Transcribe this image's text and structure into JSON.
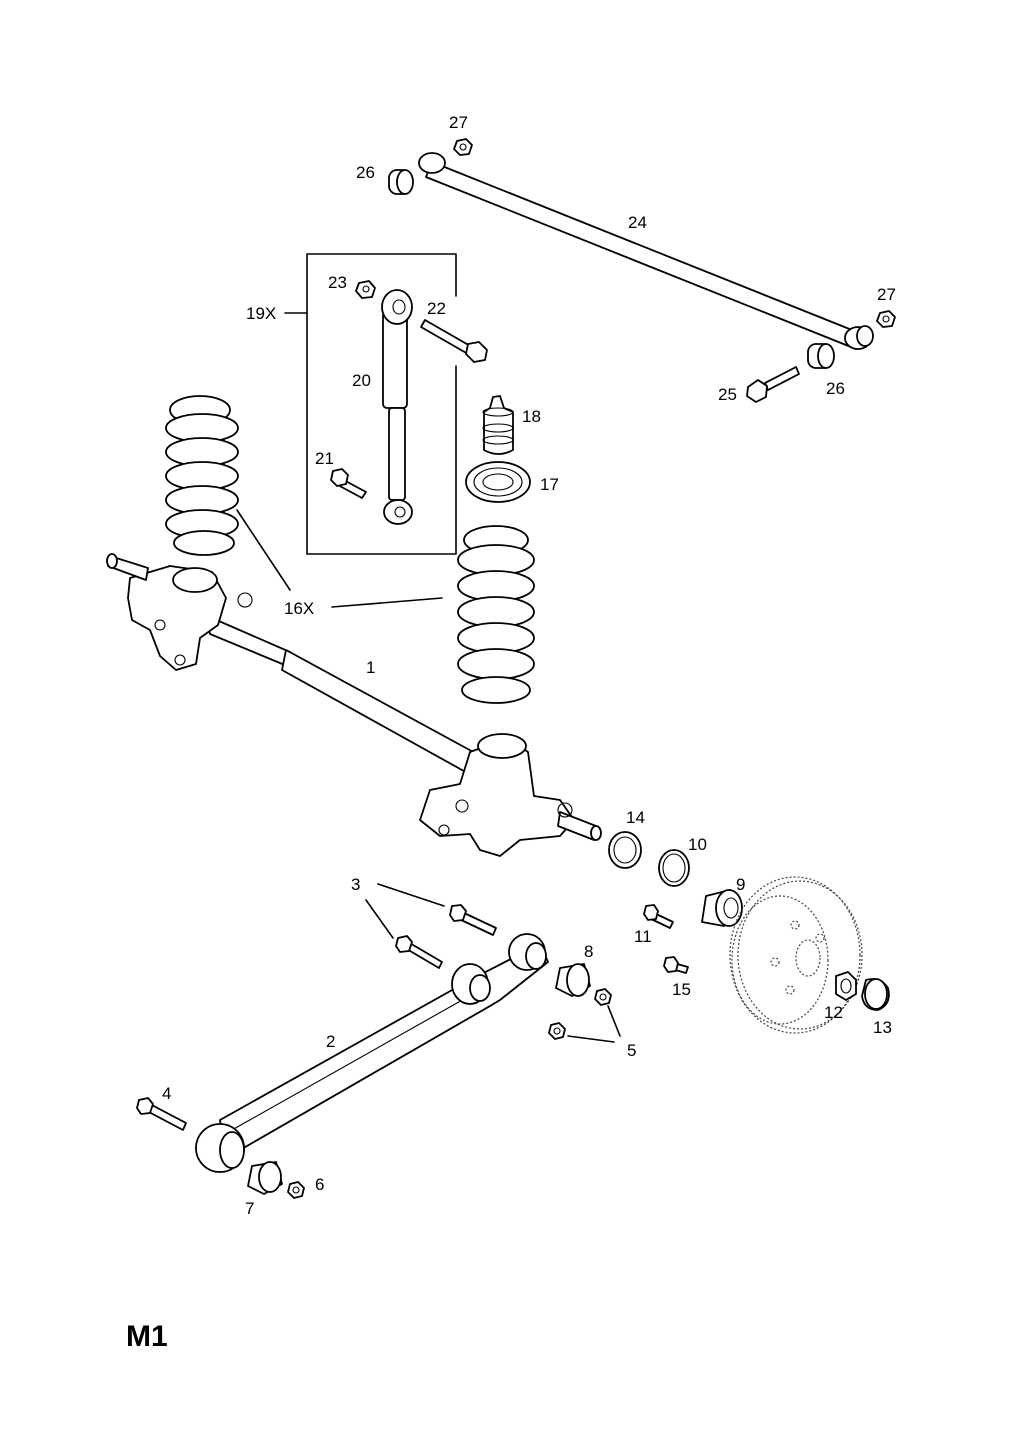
{
  "diagram_code": "M1",
  "labels": {
    "l1": "1",
    "l2": "2",
    "l3": "3",
    "l4": "4",
    "l5": "5",
    "l6": "6",
    "l7": "7",
    "l8": "8",
    "l9": "9",
    "l10": "10",
    "l11": "11",
    "l12": "12",
    "l13": "13",
    "l14": "14",
    "l15": "15",
    "l16x": "16X",
    "l17": "17",
    "l18": "18",
    "l19x": "19X",
    "l20": "20",
    "l21": "21",
    "l22": "22",
    "l23": "23",
    "l24": "24",
    "l25": "25",
    "l26a": "26",
    "l26b": "26",
    "l27a": "27",
    "l27b": "27"
  }
}
